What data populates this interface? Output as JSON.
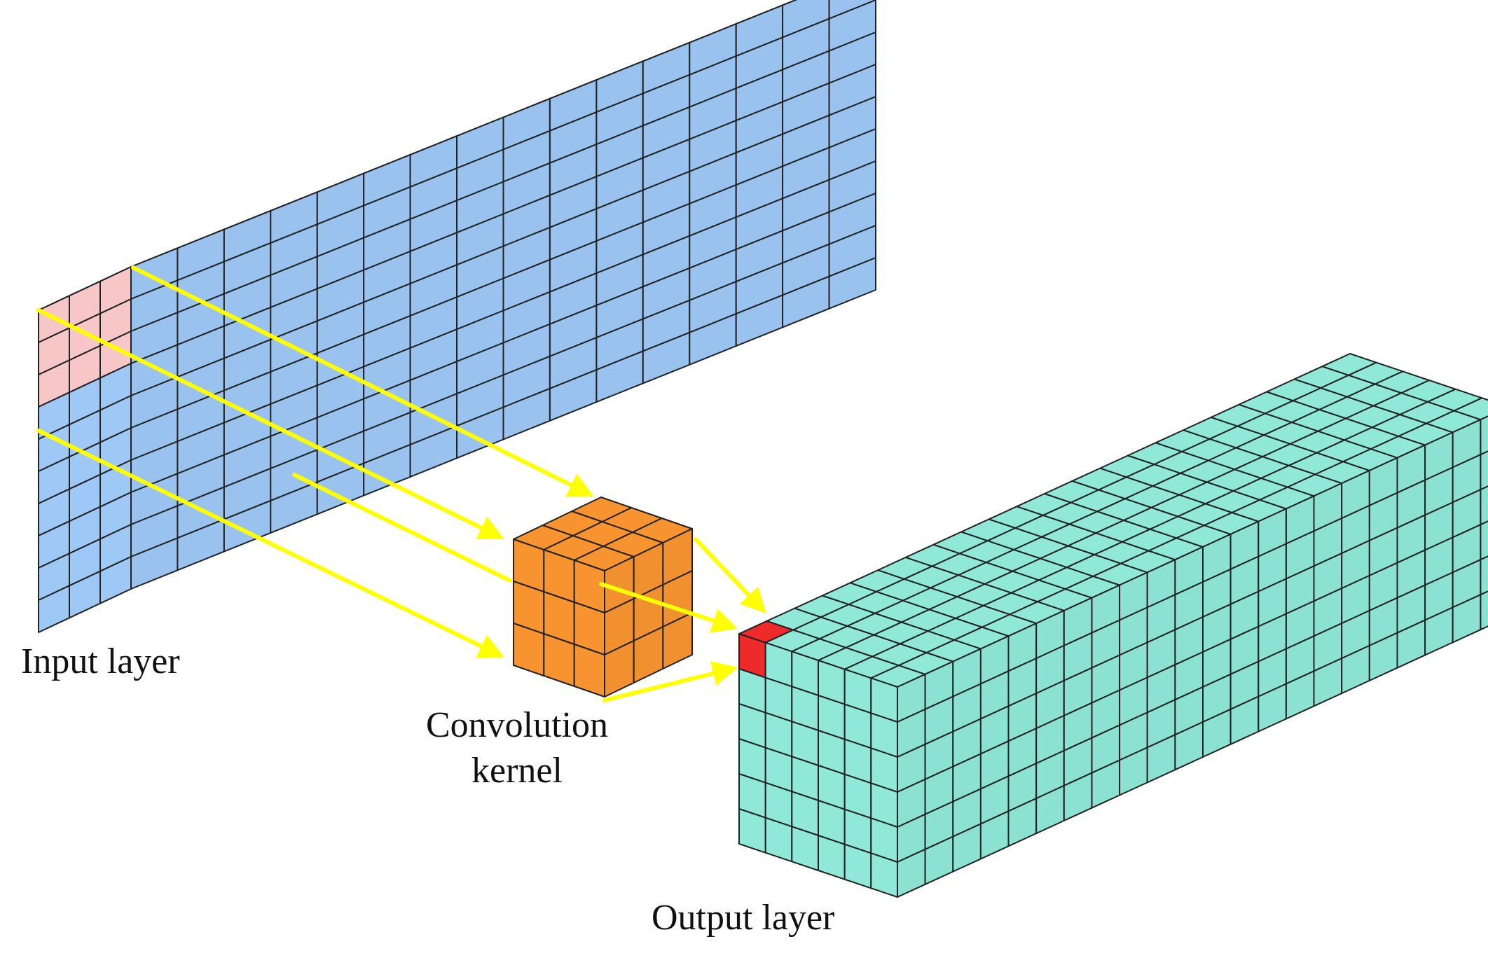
{
  "labels": {
    "input_layer": "Input layer",
    "kernel_line1": "Convolution",
    "kernel_line2": "kernel",
    "output_layer": "Output layer"
  },
  "colors": {
    "input_fill": "#9ec8f5",
    "input_highlight": "#f7c6c6",
    "kernel_fill": "#f7942f",
    "output_fill": "#8fe8d8",
    "output_highlight": "#ee2a2a",
    "arrow": "#ffff00",
    "grid_line": "#222222"
  },
  "icons": {
    "arrow_head": "triangle-arrow-icon"
  }
}
